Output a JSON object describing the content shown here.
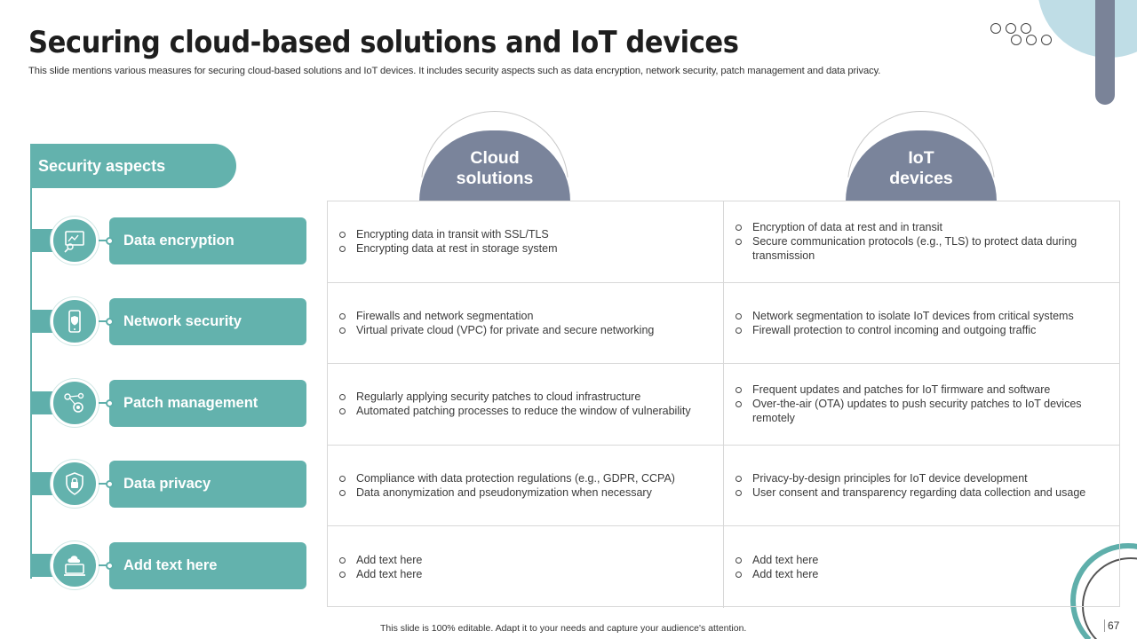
{
  "title": "Securing cloud-based solutions and IoT devices",
  "subtitle": "This slide mentions various measures for securing cloud-based solutions and IoT devices. It includes security aspects such as data encryption, network security, patch management and data privacy.",
  "aspects_header": "Security aspects",
  "columns": [
    {
      "line1": "Cloud",
      "line2": "solutions"
    },
    {
      "line1": "IoT",
      "line2": "devices"
    }
  ],
  "rows": [
    {
      "aspect": "Data encryption",
      "icon": "data-encryption-icon",
      "cloud": [
        "Encrypting data in transit with SSL/TLS",
        "Encrypting data at rest in storage system"
      ],
      "iot": [
        "Encryption of data at rest and in transit",
        "Secure communication protocols (e.g., TLS) to protect data during transmission"
      ]
    },
    {
      "aspect": "Network security",
      "icon": "mobile-shield-icon",
      "cloud": [
        "Firewalls and network segmentation",
        "Virtual private  cloud (VPC) for private  and secure networking"
      ],
      "iot": [
        "Network segmentation  to isolate IoT devices from critical systems",
        "Firewall  protection to control incoming and outgoing traffic"
      ]
    },
    {
      "aspect": "Patch management",
      "icon": "network-gear-icon",
      "cloud": [
        "Regularly  applying security patches to cloud infrastructure",
        "Automated patching processes to reduce the window  of vulnerability"
      ],
      "iot": [
        "Frequent  updates and patches for IoT firmware  and software",
        "Over-the-air  (OTA) updates to push security patches to IoT devices remotely"
      ]
    },
    {
      "aspect": "Data privacy",
      "icon": "lock-icon",
      "cloud": [
        "Compliance  with data protection regulations (e.g., GDPR, CCPA)",
        "Data anonymization and pseudonymization  when necessary"
      ],
      "iot": [
        "Privacy-by-design  principles for IoT device development",
        "User consent and transparency regarding data collection and usage"
      ]
    },
    {
      "aspect": "Add text here",
      "icon": "cloud-laptop-icon",
      "cloud": [
        "Add text here",
        "Add text here"
      ],
      "iot": [
        "Add text here",
        "Add text here"
      ]
    }
  ],
  "footer": "This slide is 100% editable.  Adapt it to your needs and capture your audience's attention.",
  "page_number": "67",
  "colors": {
    "teal": "#63b2ad",
    "slate": "#7a849b",
    "light_blue": "#bfdde6"
  }
}
